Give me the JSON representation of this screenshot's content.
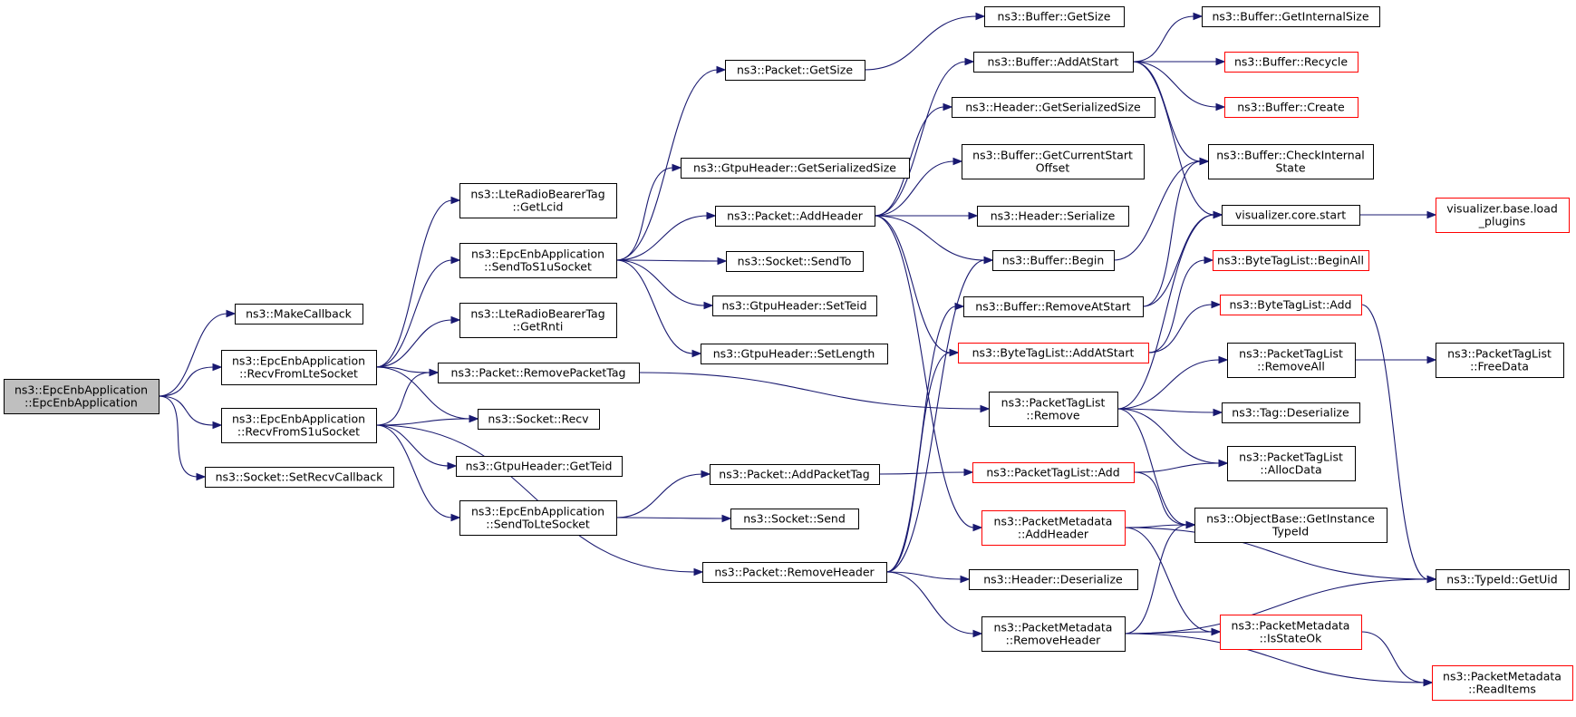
{
  "colors": {
    "edge": "#191970",
    "root_fill": "#bfbfbf",
    "incomplete_border": "#ff0000",
    "border": "#000000"
  },
  "nodes": {
    "root": {
      "lines": [
        "ns3::EpcEnbApplication",
        "::EpcEnbApplication"
      ],
      "kind": "root"
    },
    "makeCallback": {
      "lines": [
        "ns3::MakeCallback"
      ]
    },
    "recvFromLte": {
      "lines": [
        "ns3::EpcEnbApplication",
        "::RecvFromLteSocket"
      ]
    },
    "recvFromS1u": {
      "lines": [
        "ns3::EpcEnbApplication",
        "::RecvFromS1uSocket"
      ]
    },
    "setRecvCb": {
      "lines": [
        "ns3::Socket::SetRecvCallback"
      ]
    },
    "getLcid": {
      "lines": [
        "ns3::LteRadioBearerTag",
        "::GetLcid"
      ]
    },
    "sendToS1u": {
      "lines": [
        "ns3::EpcEnbApplication",
        "::SendToS1uSocket"
      ]
    },
    "getRnti": {
      "lines": [
        "ns3::LteRadioBearerTag",
        "::GetRnti"
      ]
    },
    "removePacketTag": {
      "lines": [
        "ns3::Packet::RemovePacketTag"
      ]
    },
    "socketRecv": {
      "lines": [
        "ns3::Socket::Recv"
      ]
    },
    "gtpuGetTeid": {
      "lines": [
        "ns3::GtpuHeader::GetTeid"
      ]
    },
    "sendToLte": {
      "lines": [
        "ns3::EpcEnbApplication",
        "::SendToLteSocket"
      ]
    },
    "packetGetSize": {
      "lines": [
        "ns3::Packet::GetSize"
      ]
    },
    "gtpuGetSerSize": {
      "lines": [
        "ns3::GtpuHeader::GetSerializedSize"
      ]
    },
    "packetAddHeader": {
      "lines": [
        "ns3::Packet::AddHeader"
      ]
    },
    "socketSendTo": {
      "lines": [
        "ns3::Socket::SendTo"
      ]
    },
    "gtpuSetTeid": {
      "lines": [
        "ns3::GtpuHeader::SetTeid"
      ]
    },
    "gtpuSetLength": {
      "lines": [
        "ns3::GtpuHeader::SetLength"
      ]
    },
    "packetAddPacketTag": {
      "lines": [
        "ns3::Packet::AddPacketTag"
      ]
    },
    "socketSend": {
      "lines": [
        "ns3::Socket::Send"
      ]
    },
    "packetRemoveHeader": {
      "lines": [
        "ns3::Packet::RemoveHeader"
      ]
    },
    "bufferGetSize": {
      "lines": [
        "ns3::Buffer::GetSize"
      ]
    },
    "bufferAddAtStart": {
      "lines": [
        "ns3::Buffer::AddAtStart"
      ]
    },
    "headerGetSerSize": {
      "lines": [
        "ns3::Header::GetSerializedSize"
      ]
    },
    "bufferGetCurStart": {
      "lines": [
        "ns3::Buffer::GetCurrentStart",
        "Offset"
      ]
    },
    "headerSerialize": {
      "lines": [
        "ns3::Header::Serialize"
      ]
    },
    "bufferBegin": {
      "lines": [
        "ns3::Buffer::Begin"
      ]
    },
    "bufferRemoveAtStart": {
      "lines": [
        "ns3::Buffer::RemoveAtStart"
      ]
    },
    "byteTagAddAtStart": {
      "lines": [
        "ns3::ByteTagList::AddAtStart"
      ],
      "kind": "red"
    },
    "ptlRemove": {
      "lines": [
        "ns3::PacketTagList",
        "::Remove"
      ]
    },
    "ptlAdd": {
      "lines": [
        "ns3::PacketTagList::Add"
      ],
      "kind": "red"
    },
    "pmAddHeader": {
      "lines": [
        "ns3::PacketMetadata",
        "::AddHeader"
      ],
      "kind": "red"
    },
    "headerDeserialize": {
      "lines": [
        "ns3::Header::Deserialize"
      ]
    },
    "pmRemoveHeader": {
      "lines": [
        "ns3::PacketMetadata",
        "::RemoveHeader"
      ]
    },
    "bufferGetInternalSize": {
      "lines": [
        "ns3::Buffer::GetInternalSize"
      ]
    },
    "bufferRecycle": {
      "lines": [
        "ns3::Buffer::Recycle"
      ],
      "kind": "red"
    },
    "bufferCreate": {
      "lines": [
        "ns3::Buffer::Create"
      ],
      "kind": "red"
    },
    "bufferCheckInternal": {
      "lines": [
        "ns3::Buffer::CheckInternal",
        "State"
      ]
    },
    "vizCoreStart": {
      "lines": [
        "visualizer.core.start"
      ]
    },
    "byteTagBeginAll": {
      "lines": [
        "ns3::ByteTagList::BeginAll"
      ],
      "kind": "red"
    },
    "byteTagAdd": {
      "lines": [
        "ns3::ByteTagList::Add"
      ],
      "kind": "red"
    },
    "ptlRemoveAll": {
      "lines": [
        "ns3::PacketTagList",
        "::RemoveAll"
      ]
    },
    "tagDeserialize": {
      "lines": [
        "ns3::Tag::Deserialize"
      ]
    },
    "ptlAllocData": {
      "lines": [
        "ns3::PacketTagList",
        "::AllocData"
      ]
    },
    "objGetInstTypeId": {
      "lines": [
        "ns3::ObjectBase::GetInstance",
        "TypeId"
      ]
    },
    "pmIsStateOk": {
      "lines": [
        "ns3::PacketMetadata",
        "::IsStateOk"
      ],
      "kind": "red"
    },
    "vizLoadPlugins": {
      "lines": [
        "visualizer.base.load",
        "_plugins"
      ],
      "kind": "red"
    },
    "ptlFreeData": {
      "lines": [
        "ns3::PacketTagList",
        "::FreeData"
      ]
    },
    "typeIdGetUid": {
      "lines": [
        "ns3::TypeId::GetUid"
      ]
    },
    "pmReadItems": {
      "lines": [
        "ns3::PacketMetadata",
        "::ReadItems"
      ],
      "kind": "red"
    }
  },
  "edges": [
    [
      "root",
      "makeCallback"
    ],
    [
      "root",
      "recvFromLte"
    ],
    [
      "root",
      "recvFromS1u"
    ],
    [
      "root",
      "setRecvCb"
    ],
    [
      "recvFromLte",
      "getLcid"
    ],
    [
      "recvFromLte",
      "sendToS1u"
    ],
    [
      "recvFromLte",
      "getRnti"
    ],
    [
      "recvFromLte",
      "removePacketTag"
    ],
    [
      "recvFromLte",
      "socketRecv"
    ],
    [
      "recvFromS1u",
      "removePacketTag"
    ],
    [
      "recvFromS1u",
      "socketRecv"
    ],
    [
      "recvFromS1u",
      "gtpuGetTeid"
    ],
    [
      "recvFromS1u",
      "sendToLte"
    ],
    [
      "recvFromS1u",
      "packetRemoveHeader"
    ],
    [
      "sendToS1u",
      "packetGetSize"
    ],
    [
      "sendToS1u",
      "gtpuGetSerSize"
    ],
    [
      "sendToS1u",
      "packetAddHeader"
    ],
    [
      "sendToS1u",
      "socketSendTo"
    ],
    [
      "sendToS1u",
      "gtpuSetTeid"
    ],
    [
      "sendToS1u",
      "gtpuSetLength"
    ],
    [
      "sendToLte",
      "packetAddPacketTag"
    ],
    [
      "sendToLte",
      "socketSend"
    ],
    [
      "removePacketTag",
      "ptlRemove"
    ],
    [
      "packetGetSize",
      "bufferGetSize"
    ],
    [
      "packetAddHeader",
      "bufferAddAtStart"
    ],
    [
      "packetAddHeader",
      "headerGetSerSize"
    ],
    [
      "packetAddHeader",
      "bufferGetCurStart"
    ],
    [
      "packetAddHeader",
      "headerSerialize"
    ],
    [
      "packetAddHeader",
      "bufferBegin"
    ],
    [
      "packetAddHeader",
      "byteTagAddAtStart"
    ],
    [
      "packetAddHeader",
      "pmAddHeader"
    ],
    [
      "packetAddPacketTag",
      "ptlAdd"
    ],
    [
      "packetRemoveHeader",
      "bufferBegin"
    ],
    [
      "packetRemoveHeader",
      "bufferRemoveAtStart"
    ],
    [
      "packetRemoveHeader",
      "byteTagAddAtStart"
    ],
    [
      "packetRemoveHeader",
      "headerDeserialize"
    ],
    [
      "packetRemoveHeader",
      "pmRemoveHeader"
    ],
    [
      "bufferAddAtStart",
      "bufferGetInternalSize"
    ],
    [
      "bufferAddAtStart",
      "bufferRecycle"
    ],
    [
      "bufferAddAtStart",
      "bufferCreate"
    ],
    [
      "bufferAddAtStart",
      "bufferCheckInternal"
    ],
    [
      "bufferAddAtStart",
      "vizCoreStart"
    ],
    [
      "bufferBegin",
      "bufferCheckInternal"
    ],
    [
      "bufferRemoveAtStart",
      "bufferCheckInternal"
    ],
    [
      "bufferRemoveAtStart",
      "vizCoreStart"
    ],
    [
      "byteTagAddAtStart",
      "byteTagBeginAll"
    ],
    [
      "byteTagAddAtStart",
      "byteTagAdd"
    ],
    [
      "ptlRemove",
      "vizCoreStart"
    ],
    [
      "ptlRemove",
      "ptlRemoveAll"
    ],
    [
      "ptlRemove",
      "tagDeserialize"
    ],
    [
      "ptlRemove",
      "ptlAllocData"
    ],
    [
      "ptlRemove",
      "objGetInstTypeId"
    ],
    [
      "ptlAdd",
      "ptlAllocData"
    ],
    [
      "ptlAdd",
      "objGetInstTypeId"
    ],
    [
      "pmAddHeader",
      "objGetInstTypeId"
    ],
    [
      "pmAddHeader",
      "typeIdGetUid"
    ],
    [
      "pmAddHeader",
      "pmIsStateOk"
    ],
    [
      "pmRemoveHeader",
      "objGetInstTypeId"
    ],
    [
      "pmRemoveHeader",
      "pmIsStateOk"
    ],
    [
      "pmRemoveHeader",
      "typeIdGetUid"
    ],
    [
      "pmRemoveHeader",
      "pmReadItems"
    ],
    [
      "vizCoreStart",
      "vizLoadPlugins"
    ],
    [
      "ptlRemoveAll",
      "ptlFreeData"
    ],
    [
      "byteTagAdd",
      "typeIdGetUid"
    ],
    [
      "pmIsStateOk",
      "pmReadItems"
    ]
  ]
}
